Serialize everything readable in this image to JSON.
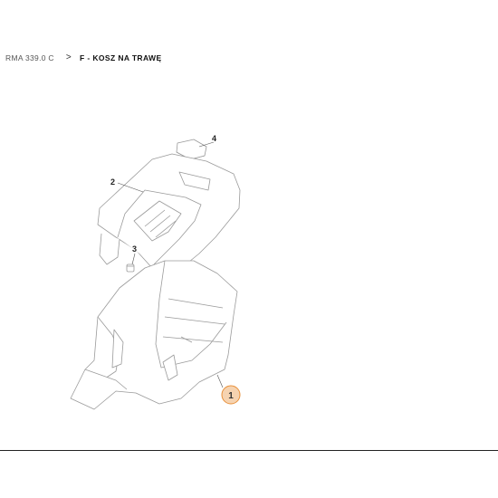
{
  "breadcrumb": {
    "parent": "RMA 339.0 C",
    "separator": ">",
    "current": "F - KOSZ NA TRAWĘ"
  },
  "diagram": {
    "callouts": [
      {
        "label": "1",
        "highlighted": true
      },
      {
        "label": "2",
        "highlighted": false
      },
      {
        "label": "3",
        "highlighted": false
      },
      {
        "label": "4",
        "highlighted": false
      }
    ]
  },
  "colors": {
    "line": "#9a9a9a",
    "highlight_fill": "#f6d3b0",
    "highlight_stroke": "#e8903a",
    "rule": "#222222"
  }
}
